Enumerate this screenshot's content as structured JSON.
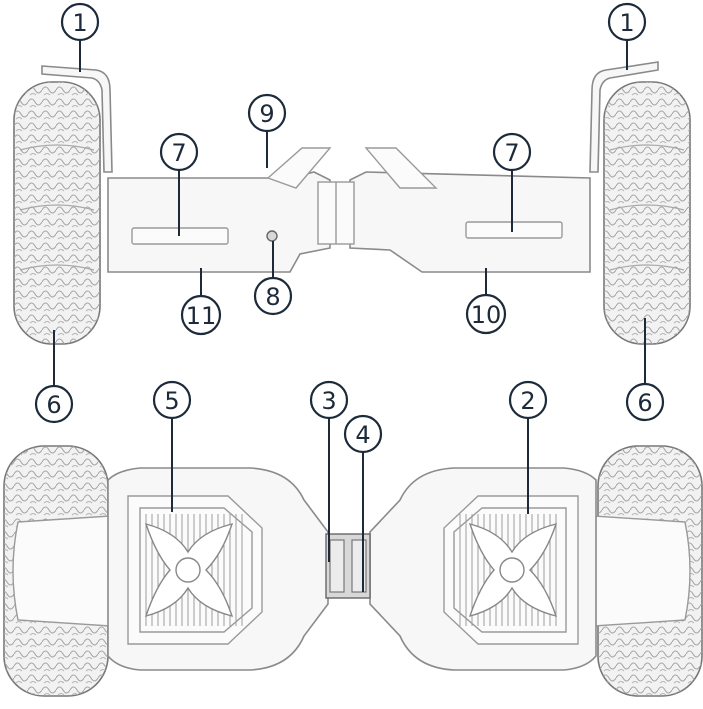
{
  "callouts": {
    "c1_left": "1",
    "c1_right": "1",
    "c9": "9",
    "c7_left": "7",
    "c7_right": "7",
    "c8": "8",
    "c11": "11",
    "c10": "10",
    "c6_left": "6",
    "c6_right": "6",
    "c5": "5",
    "c3": "3",
    "c4": "4",
    "c2": "2"
  },
  "colors": {
    "callout": "#1c2a3a",
    "outline": "#8a8a8a",
    "background": "#ffffff"
  }
}
